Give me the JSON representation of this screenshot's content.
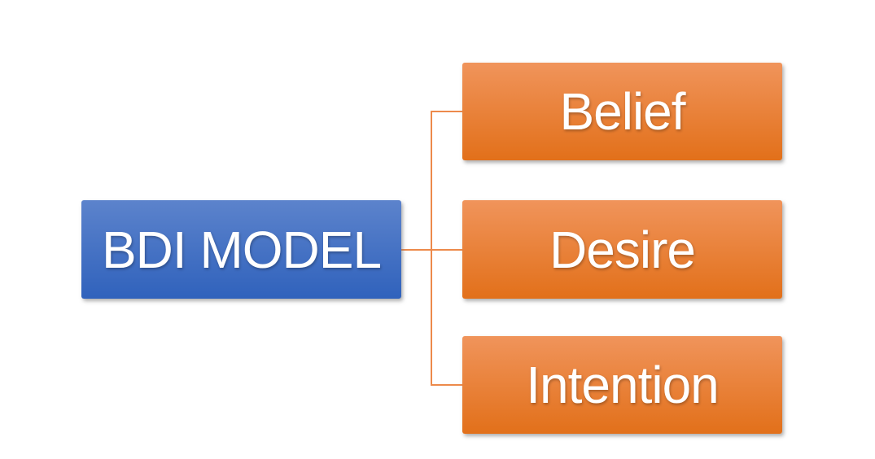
{
  "diagram": {
    "type": "hierarchy",
    "root": {
      "label": "BDI MODEL"
    },
    "children": [
      {
        "label": "Belief"
      },
      {
        "label": "Desire"
      },
      {
        "label": "Intention"
      }
    ]
  },
  "colors": {
    "background": "#FFFFFF",
    "root_top": "#5C83CC",
    "root_bottom": "#3062BC",
    "child_top": "#F0945B",
    "child_bottom": "#E2701A",
    "connector": "#ED8A4B",
    "text": "#FFFFFF"
  }
}
